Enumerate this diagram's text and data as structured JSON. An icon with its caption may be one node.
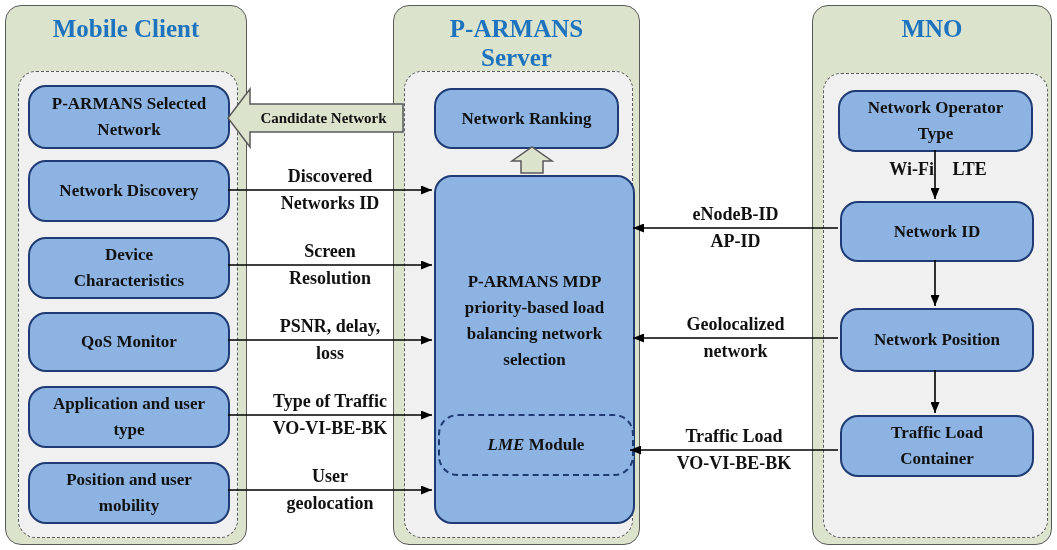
{
  "diagram": {
    "nodes": [
      {
        "text": [
          "Mobile Client"
        ]
      },
      {
        "text": [],
        "shape": "box",
        "in": 0
      },
      {
        "text": [
          "P-ARMANS Selected Network"
        ],
        "in": 1
      },
      {
        "text": [
          "Network Discovery"
        ],
        "in": 1
      },
      {
        "text": [
          "Device Characteristics"
        ],
        "in": 1
      },
      {
        "text": [
          "QoS Monitor"
        ],
        "in": 1
      },
      {
        "text": [
          "Application and user type"
        ],
        "in": 1
      },
      {
        "text": [
          "Position and user mobility"
        ],
        "in": 1
      },
      {
        "text": [
          "P-ARMANS Server"
        ]
      },
      {
        "text": [],
        "shape": "box",
        "in": 8
      },
      {
        "text": [
          "Network Ranking"
        ],
        "in": 9
      },
      {
        "text": [
          "P-ARMANS MDP priority-based load balancing network selection"
        ],
        "in": 9
      },
      {
        "text": [
          "*LME* Module"
        ],
        "in": 11
      },
      {
        "text": [
          "MNO"
        ]
      },
      {
        "text": [],
        "shape": "box",
        "in": 13
      },
      {
        "text": [
          "Network Operator Type"
        ],
        "in": 14
      },
      {
        "text": [
          "Network ID"
        ],
        "in": 14
      },
      {
        "text": [
          "Network Position"
        ],
        "in": 14
      },
      {
        "text": [
          "Traffic Load Container"
        ],
        "in": 14
      }
    ],
    "edges": [
      {
        "from": 9,
        "to": 2,
        "arrow": "to",
        "label": "Candidate Network",
        "style": "thick"
      },
      {
        "from": 11,
        "to": 10,
        "arrow": "to",
        "style": "thick"
      },
      {
        "from": 3,
        "to": 11,
        "arrow": "to",
        "label": "Discovered Networks ID"
      },
      {
        "from": 4,
        "to": 11,
        "arrow": "to",
        "label": "Screen Resolution"
      },
      {
        "from": 5,
        "to": 11,
        "arrow": "to",
        "label": "PSNR, delay, loss"
      },
      {
        "from": 6,
        "to": 11,
        "arrow": "to",
        "label": "Type of Traffic VO-VI-BE-BK"
      },
      {
        "from": 7,
        "to": 11,
        "arrow": "to",
        "label": "User geolocation"
      },
      {
        "from": 16,
        "to": 11,
        "arrow": "to",
        "label": "eNodeB-ID AP-ID"
      },
      {
        "from": 17,
        "to": 11,
        "arrow": "to",
        "label": "Geolocalized network"
      },
      {
        "from": 18,
        "to": 12,
        "arrow": "to",
        "label": "Traffic Load VO-VI-BE-BK"
      },
      {
        "from": 15,
        "to": 16,
        "arrow": "to",
        "label": "Wi-Fi LTE"
      },
      {
        "from": 16,
        "to": 17,
        "arrow": "to"
      },
      {
        "from": 17,
        "to": 18,
        "arrow": "to"
      }
    ]
  }
}
